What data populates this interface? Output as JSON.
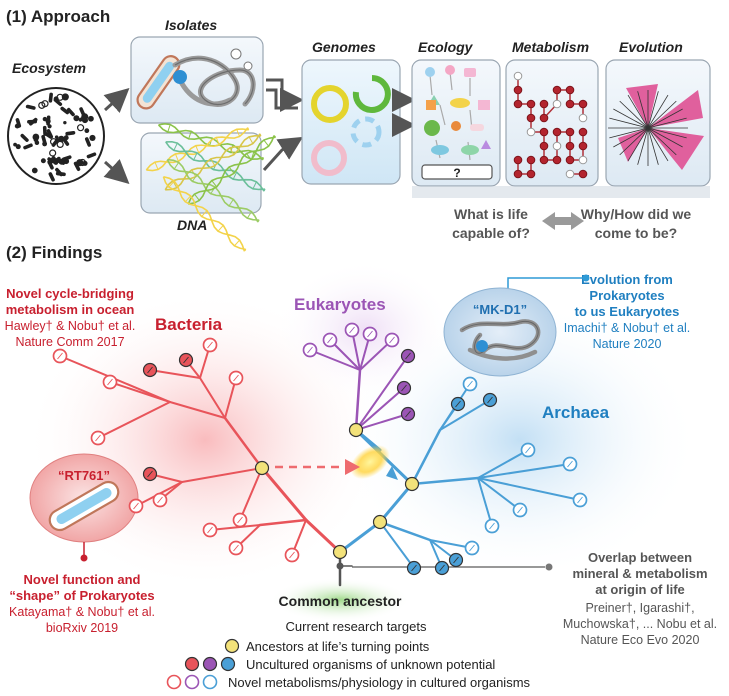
{
  "approach": {
    "heading": "(1) Approach",
    "ecosystem": "Ecosystem",
    "isolates": "Isolates",
    "dna": "DNA",
    "genomes": "Genomes",
    "ecology": "Ecology",
    "metabolism": "Metabolism",
    "evolution": "Evolution",
    "question_mark": "?",
    "question_left_1": "What is life",
    "question_left_2": "capable of?",
    "question_right_1": "Why/How did we",
    "question_right_2": "come to be?"
  },
  "findings": {
    "heading": "(2) Findings",
    "bacteria": "Bacteria",
    "eukaryotes": "Eukaryotes",
    "archaea": "Archaea",
    "common_ancestor": "Common ancestor",
    "mk_d1": "“MK-D1”",
    "rt761": "“RT761”",
    "ocean": {
      "line1": "Novel cycle-bridging",
      "line2": "metabolism in ocean",
      "line3": "Hawley† & Nobu† et al.",
      "line4": "Nature Comm 2017"
    },
    "evolution_ref": {
      "line1": "Evolution from",
      "line2": "Prokaryotes",
      "line3": "to us Eukaryotes",
      "line4": "Imachi† & Nobu† et al.",
      "line5": "Nature 2020"
    },
    "shape_ref": {
      "line1": "Novel function and",
      "line2": "“shape” of Prokaryotes",
      "line3": "Katayama† & Nobu† et al.",
      "line4": "bioRxiv 2019"
    },
    "mineral_ref": {
      "line1": "Overlap between",
      "line2": "mineral & metabolism",
      "line3": "at origin of life",
      "line4": "Preiner†, Igarashi†,",
      "line5": "Muchowska†, ... Nobu et al.",
      "line6": "Nature Eco Evo 2020"
    }
  },
  "legend": {
    "title": "Current research targets",
    "item1": "Ancestors at life’s turning points",
    "item2": "Uncultured organisms of unknown potential",
    "item3": "Novel metabolisms/physiology in cultured organisms"
  },
  "colors": {
    "bacteria": "#e8545a",
    "bacteria_text": "#c8202f",
    "eukaryotes": "#9b55b5",
    "archaea": "#4a9fd6",
    "archaea_text": "#1f7fc0",
    "ancestor": "#f3e27a",
    "trunk": "#555555",
    "pink": "#d94f8e"
  }
}
